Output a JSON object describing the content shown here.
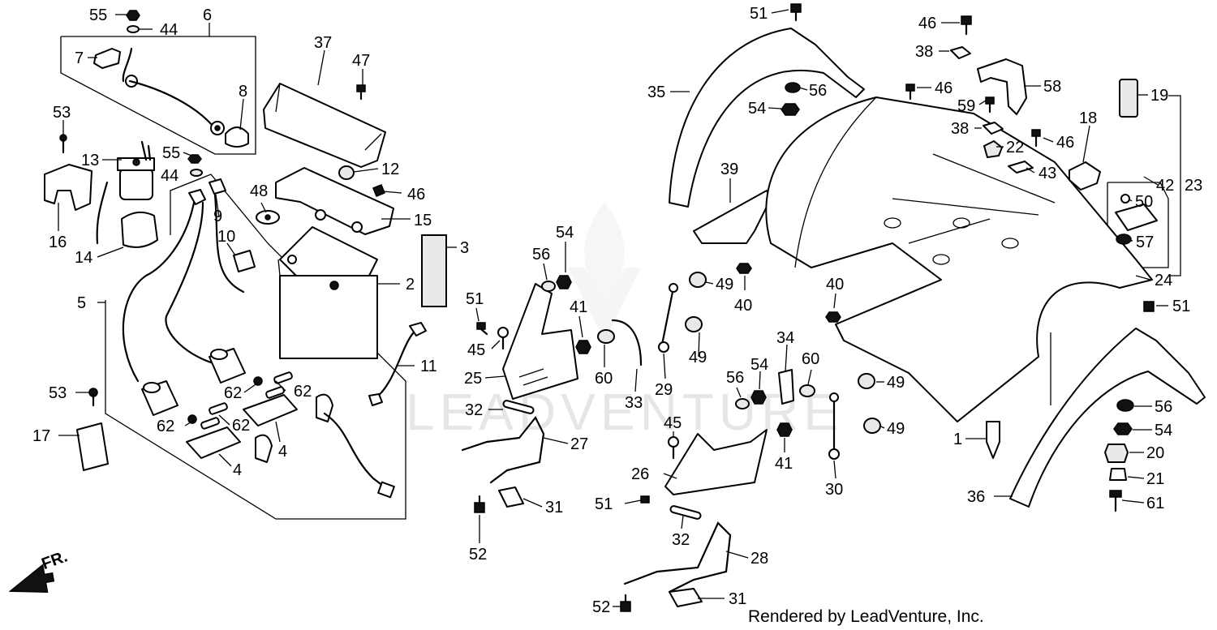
{
  "diagram": {
    "credit": "Rendered by LeadVenture, Inc.",
    "direction_label": "FR.",
    "watermark": "LEADVENTURE",
    "callouts": [
      {
        "id": "c55a",
        "text": "55"
      },
      {
        "id": "c44a",
        "text": "44"
      },
      {
        "id": "c6",
        "text": "6"
      },
      {
        "id": "c7",
        "text": "7"
      },
      {
        "id": "c8",
        "text": "8"
      },
      {
        "id": "c53a",
        "text": "53"
      },
      {
        "id": "c13",
        "text": "13"
      },
      {
        "id": "c55b",
        "text": "55"
      },
      {
        "id": "c44b",
        "text": "44"
      },
      {
        "id": "c16",
        "text": "16"
      },
      {
        "id": "c14",
        "text": "14"
      },
      {
        "id": "c5",
        "text": "5"
      },
      {
        "id": "c9",
        "text": "9"
      },
      {
        "id": "c10",
        "text": "10"
      },
      {
        "id": "c37",
        "text": "37"
      },
      {
        "id": "c47",
        "text": "47"
      },
      {
        "id": "c12",
        "text": "12"
      },
      {
        "id": "c46a",
        "text": "46"
      },
      {
        "id": "c48",
        "text": "48"
      },
      {
        "id": "c15",
        "text": "15"
      },
      {
        "id": "c3",
        "text": "3"
      },
      {
        "id": "c2",
        "text": "2"
      },
      {
        "id": "c11",
        "text": "11"
      },
      {
        "id": "c53b",
        "text": "53"
      },
      {
        "id": "c17",
        "text": "17"
      },
      {
        "id": "c62a",
        "text": "62"
      },
      {
        "id": "c62b",
        "text": "62"
      },
      {
        "id": "c62c",
        "text": "62"
      },
      {
        "id": "c62d",
        "text": "62"
      },
      {
        "id": "c4a",
        "text": "4"
      },
      {
        "id": "c4b",
        "text": "4"
      },
      {
        "id": "c51a",
        "text": "51"
      },
      {
        "id": "c35",
        "text": "35"
      },
      {
        "id": "c56a",
        "text": "56"
      },
      {
        "id": "c54a",
        "text": "54"
      },
      {
        "id": "c46b",
        "text": "46"
      },
      {
        "id": "c38a",
        "text": "38"
      },
      {
        "id": "c46c",
        "text": "46"
      },
      {
        "id": "c58",
        "text": "58"
      },
      {
        "id": "c59",
        "text": "59"
      },
      {
        "id": "c38b",
        "text": "38"
      },
      {
        "id": "c22",
        "text": "22"
      },
      {
        "id": "c46d",
        "text": "46"
      },
      {
        "id": "c18",
        "text": "18"
      },
      {
        "id": "c19",
        "text": "19"
      },
      {
        "id": "c43",
        "text": "43"
      },
      {
        "id": "c42",
        "text": "42"
      },
      {
        "id": "c23",
        "text": "23"
      },
      {
        "id": "c50",
        "text": "50"
      },
      {
        "id": "c57",
        "text": "57"
      },
      {
        "id": "c24",
        "text": "24"
      },
      {
        "id": "c39",
        "text": "39"
      },
      {
        "id": "c54b",
        "text": "54"
      },
      {
        "id": "c56b",
        "text": "56"
      },
      {
        "id": "c49a",
        "text": "49"
      },
      {
        "id": "c40a",
        "text": "40"
      },
      {
        "id": "c40b",
        "text": "40"
      },
      {
        "id": "c51b",
        "text": "51"
      },
      {
        "id": "c41a",
        "text": "41"
      },
      {
        "id": "c45a",
        "text": "45"
      },
      {
        "id": "c60a",
        "text": "60"
      },
      {
        "id": "c25",
        "text": "25"
      },
      {
        "id": "c33",
        "text": "33"
      },
      {
        "id": "c29",
        "text": "29"
      },
      {
        "id": "c49b",
        "text": "49"
      },
      {
        "id": "c32a",
        "text": "32"
      },
      {
        "id": "c27",
        "text": "27"
      },
      {
        "id": "c52a",
        "text": "52"
      },
      {
        "id": "c31a",
        "text": "31"
      },
      {
        "id": "c34",
        "text": "34"
      },
      {
        "id": "c54c",
        "text": "54"
      },
      {
        "id": "c56c",
        "text": "56"
      },
      {
        "id": "c60b",
        "text": "60"
      },
      {
        "id": "c49c",
        "text": "49"
      },
      {
        "id": "c49d",
        "text": "49"
      },
      {
        "id": "c45b",
        "text": "45"
      },
      {
        "id": "c41b",
        "text": "41"
      },
      {
        "id": "c26",
        "text": "26"
      },
      {
        "id": "c51c",
        "text": "51"
      },
      {
        "id": "c30",
        "text": "30"
      },
      {
        "id": "c32b",
        "text": "32"
      },
      {
        "id": "c28",
        "text": "28"
      },
      {
        "id": "c52b",
        "text": "52"
      },
      {
        "id": "c31b",
        "text": "31"
      },
      {
        "id": "c1",
        "text": "1"
      },
      {
        "id": "c56d",
        "text": "56"
      },
      {
        "id": "c54d",
        "text": "54"
      },
      {
        "id": "c20",
        "text": "20"
      },
      {
        "id": "c21",
        "text": "21"
      },
      {
        "id": "c61",
        "text": "61"
      },
      {
        "id": "c36",
        "text": "36"
      },
      {
        "id": "c51d",
        "text": "51"
      }
    ]
  }
}
